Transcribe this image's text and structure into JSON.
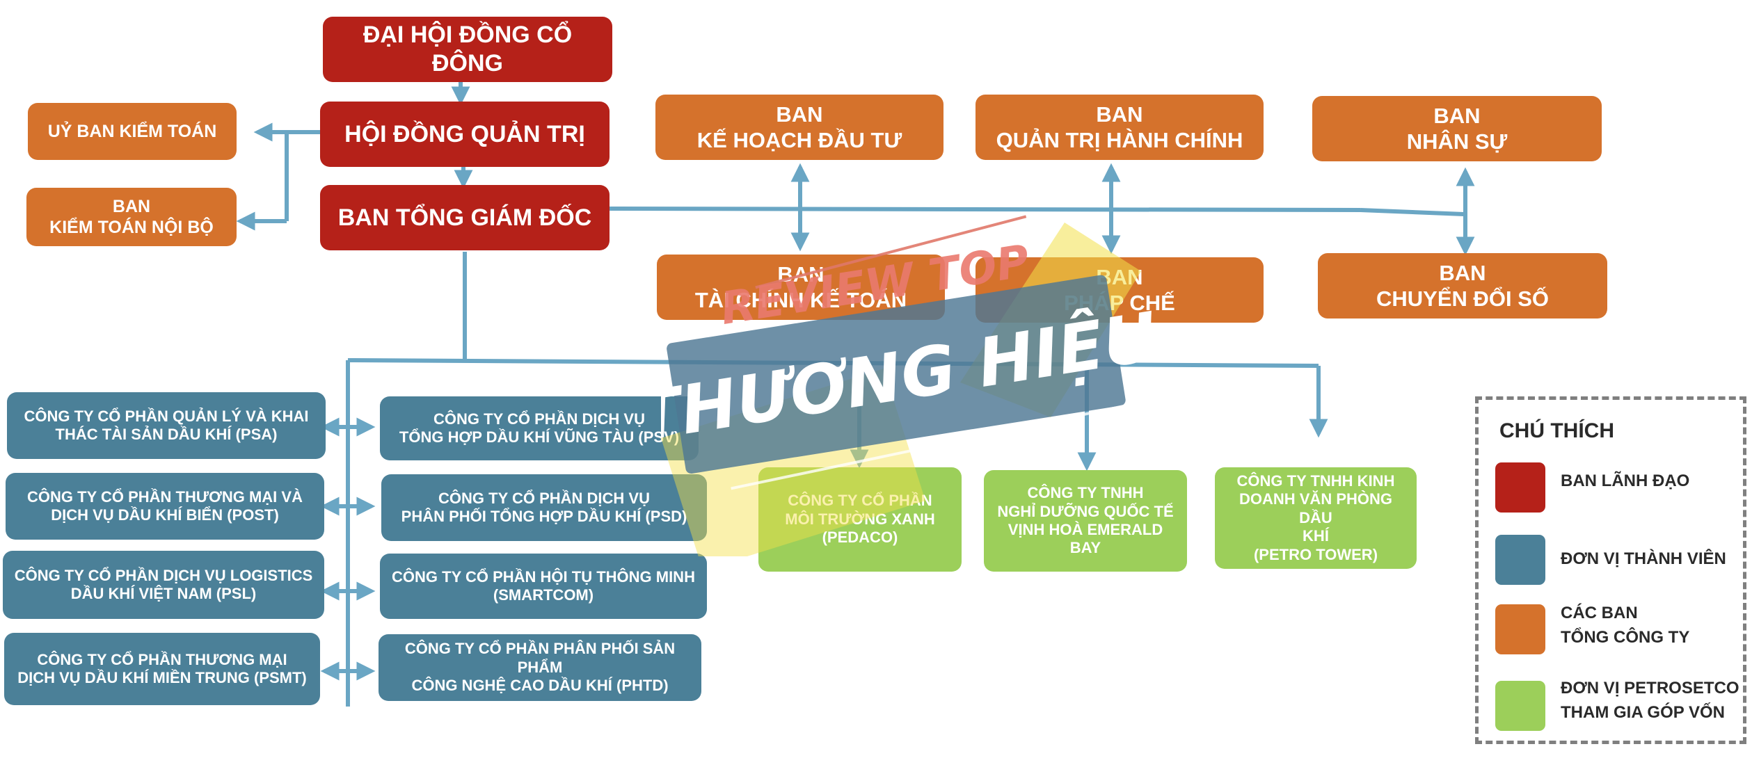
{
  "leadership": {
    "shareholders": "ĐẠI HỘI ĐỒNG CỔ ĐÔNG",
    "board": "HỘI ĐỒNG QUẢN TRỊ",
    "ceo": "BAN TỔNG GIÁM ĐỐC"
  },
  "audit": {
    "committee": "UỶ BAN KIỂM TOÁN",
    "internal": [
      "BAN",
      "KIỂM TOÁN NỘI BỘ"
    ]
  },
  "departments": {
    "investment": [
      "BAN",
      "KẾ HOẠCH ĐẦU TƯ"
    ],
    "admin": [
      "BAN",
      "QUẢN TRỊ HÀNH CHÍNH"
    ],
    "hr": [
      "BAN",
      "NHÂN SỰ"
    ],
    "finance": [
      "BAN",
      "TÀI CHÍNH KẾ TOÁN"
    ],
    "legal": [
      "BAN",
      "PHÁP CHẾ"
    ],
    "digital": [
      "BAN",
      "CHUYỂN ĐỔI SỐ"
    ]
  },
  "member_units_left": [
    [
      "CÔNG TY CỔ PHẦN QUẢN LÝ VÀ KHAI",
      "THÁC TÀI SẢN DẦU KHÍ (PSA)"
    ],
    [
      "CÔNG TY CỔ PHẦN THƯƠNG MẠI VÀ",
      "DỊCH VỤ DẦU KHÍ BIỂN (POST)"
    ],
    [
      "CÔNG TY CỔ PHẦN DỊCH VỤ LOGISTICS",
      "DẦU KHÍ VIỆT NAM (PSL)"
    ],
    [
      "CÔNG TY CỔ PHẦN THƯƠNG MẠI",
      "DỊCH VỤ DẦU KHÍ MIỀN TRUNG (PSMT)"
    ]
  ],
  "member_units_right": [
    [
      "CÔNG TY CỔ PHẦN DỊCH VỤ",
      "TỔNG HỢP DẦU KHÍ VŨNG TÀU (PSV)"
    ],
    [
      "CÔNG TY CỔ PHẦN DỊCH VỤ",
      "PHÂN PHỐI TỔNG HỢP DẦU KHÍ (PSD)"
    ],
    [
      "CÔNG TY CỔ PHẦN HỘI TỤ THÔNG MINH",
      "(SMARTCOM)"
    ],
    [
      "CÔNG TY CỔ PHẦN PHÂN PHỐI SẢN PHẨM",
      "CÔNG NGHỆ CAO DẦU KHÍ (PHTD)"
    ]
  ],
  "affiliates": [
    [
      "CÔNG TY CỔ PHẦN",
      "MÔI TRƯỜNG XANH",
      "(PEDACO)"
    ],
    [
      "CÔNG TY TNHH",
      "NGHỈ DƯỠNG QUỐC TẾ",
      "VỊNH HOÀ EMERALD BAY"
    ],
    [
      "CÔNG TY TNHH KINH",
      "DOANH VĂN PHÒNG DẦU",
      "KHÍ",
      "(PETRO TOWER)"
    ]
  ],
  "legend": {
    "title": "CHÚ THÍCH",
    "items": [
      {
        "lines": [
          "BAN LÃNH ĐẠO"
        ],
        "color": "#b52119"
      },
      {
        "lines": [
          "ĐƠN VỊ THÀNH VIÊN"
        ],
        "color": "#4b8098"
      },
      {
        "lines": [
          "CÁC BAN",
          "TỔNG CÔNG TY"
        ],
        "color": "#d5722c"
      },
      {
        "lines": [
          "ĐƠN VỊ PETROSETCO",
          "THAM GIA GÓP VỐN"
        ],
        "color": "#9ccf5a"
      }
    ]
  },
  "watermark": {
    "line1": "REVIEW TOP",
    "line2": "THƯƠNG HIỆU"
  },
  "colors": {
    "leadership": "#b52119",
    "department": "#d5722c",
    "member": "#4b8098",
    "affiliate": "#9ccf5a",
    "connector": "#6aa6c4"
  }
}
